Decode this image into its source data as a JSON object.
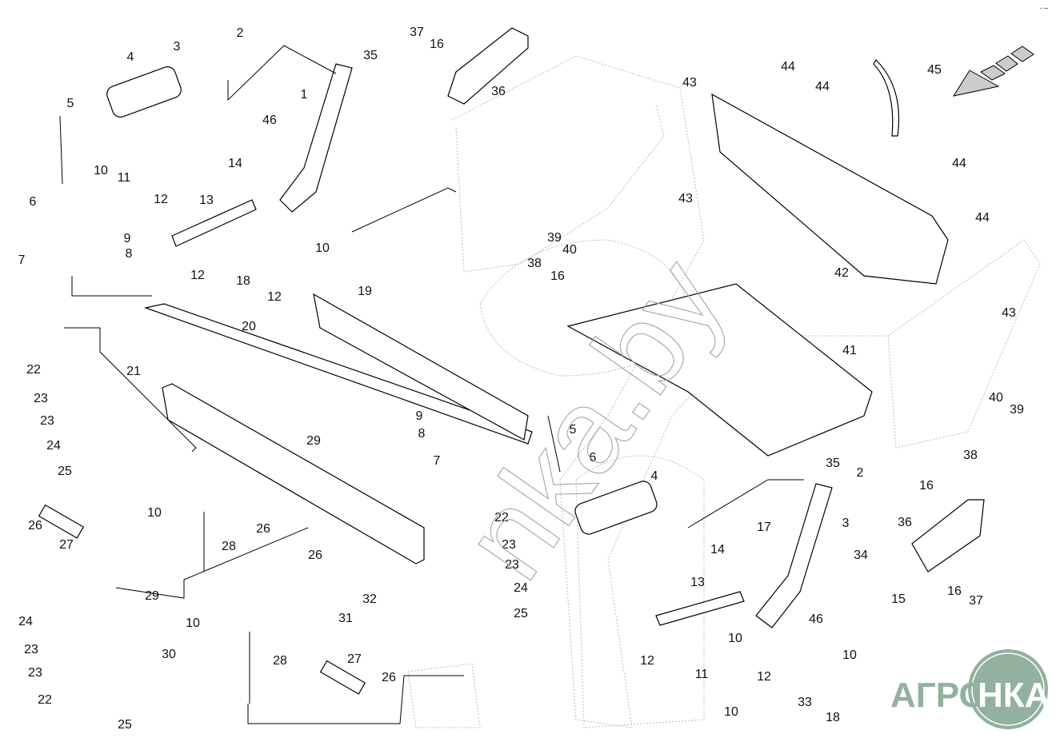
{
  "diagram": {
    "callouts": [
      "2",
      "3",
      "4",
      "5",
      "35",
      "1",
      "37",
      "16",
      "36",
      "43",
      "44",
      "44",
      "45",
      "46",
      "6",
      "10",
      "11",
      "14",
      "12",
      "13",
      "9",
      "8",
      "7",
      "10",
      "12",
      "18",
      "12",
      "43",
      "44",
      "44",
      "39",
      "40",
      "38",
      "16",
      "42",
      "43",
      "19",
      "20",
      "41",
      "22",
      "21",
      "23",
      "23",
      "24",
      "25",
      "29",
      "9",
      "8",
      "5",
      "7",
      "6",
      "39",
      "40",
      "38",
      "16",
      "35",
      "2",
      "4",
      "3",
      "36",
      "22",
      "26",
      "27",
      "10",
      "26",
      "28",
      "26",
      "23",
      "23",
      "24",
      "17",
      "34",
      "14",
      "32",
      "31",
      "13",
      "25",
      "29",
      "10",
      "15",
      "46",
      "16",
      "37",
      "24",
      "23",
      "23",
      "30",
      "28",
      "10",
      "12",
      "11",
      "10",
      "27",
      "12",
      "26",
      "22",
      "25",
      "10",
      "33",
      "18"
    ],
    "watermark": "nka.by",
    "logo": {
      "left": "АГРО",
      "right": "НКА",
      "color": "#93b19e"
    },
    "corner_mark": "▪▫ ▪▪▪"
  }
}
